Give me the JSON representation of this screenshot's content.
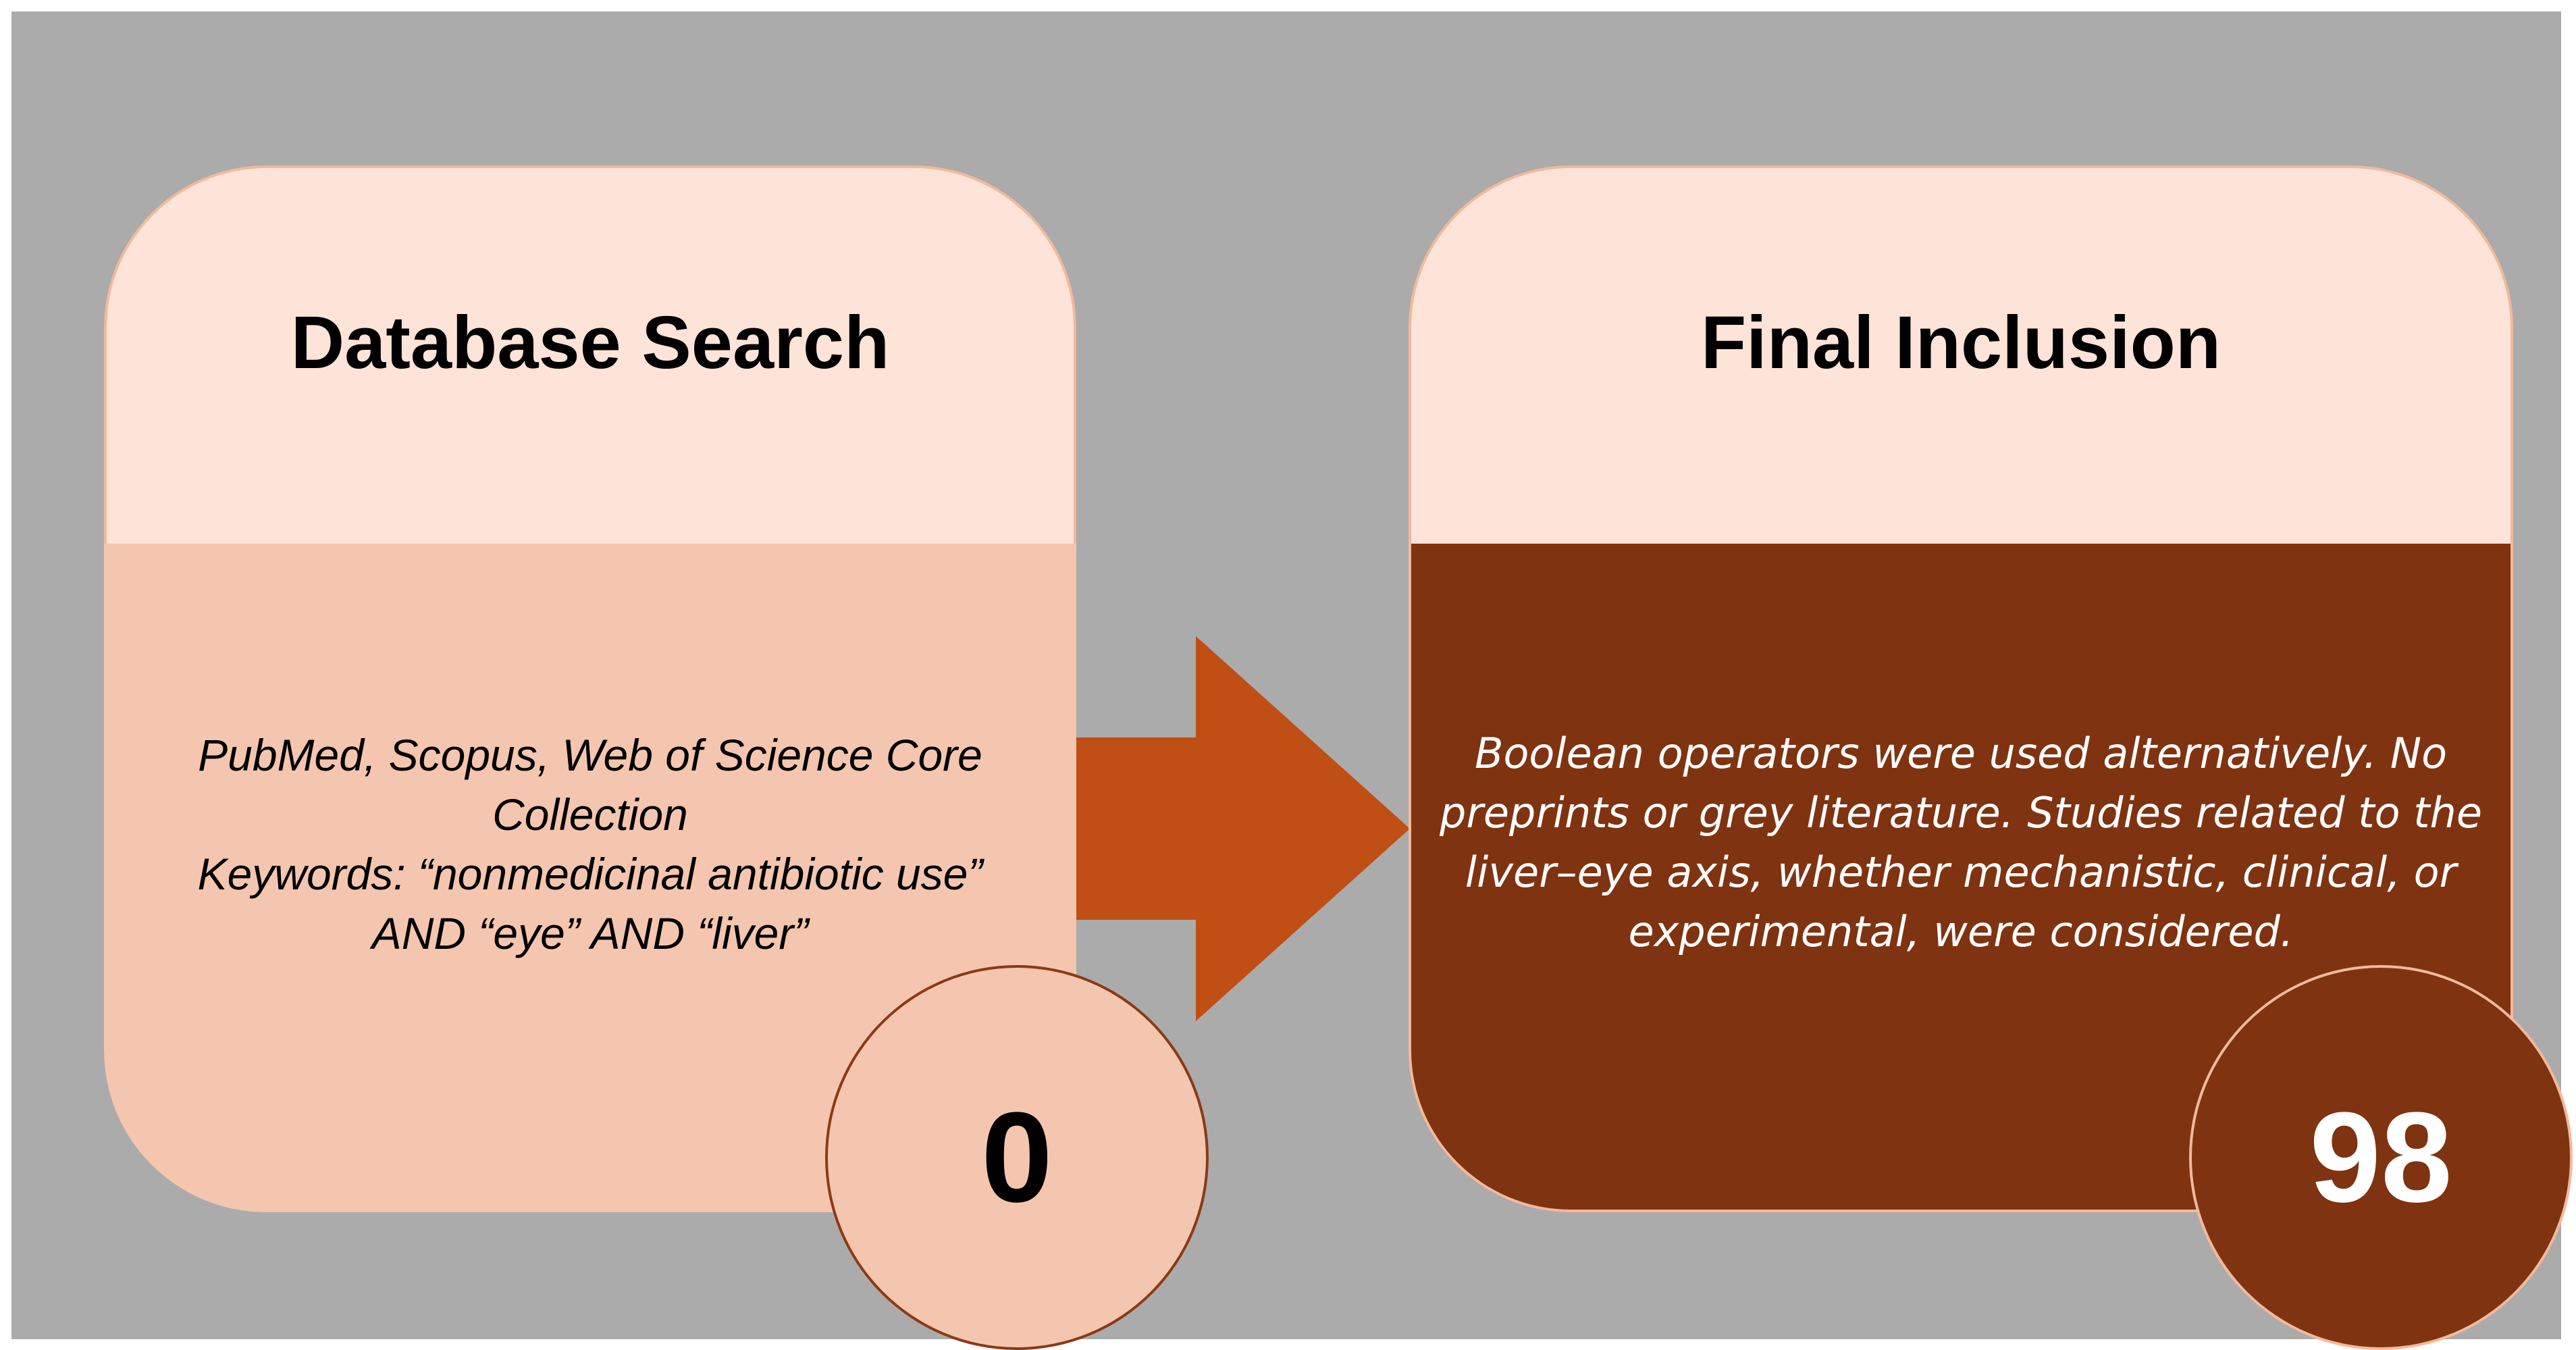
{
  "stages": [
    {
      "title": "Database Search",
      "text": "PubMed, Scopus, Web of Science Core\nCollection\nKeywords: “nonmedicinal antibiotic  use”\nAND “eye” AND “liver”",
      "count": "0"
    },
    {
      "title": "Final Inclusion",
      "text": "Boolean operators were used alternatively. No\npreprints or grey literature. Studies related to the\nliver–eye axis, whether mechanistic, clinical, or\nexperimental, were considered.",
      "count": "98"
    }
  ],
  "colors": {
    "background": "#ababab",
    "header_fill": "#fde3d8",
    "left_body_fill": "#f5c6af",
    "right_body_fill": "#7f3310",
    "arrow": "#c04f15"
  }
}
